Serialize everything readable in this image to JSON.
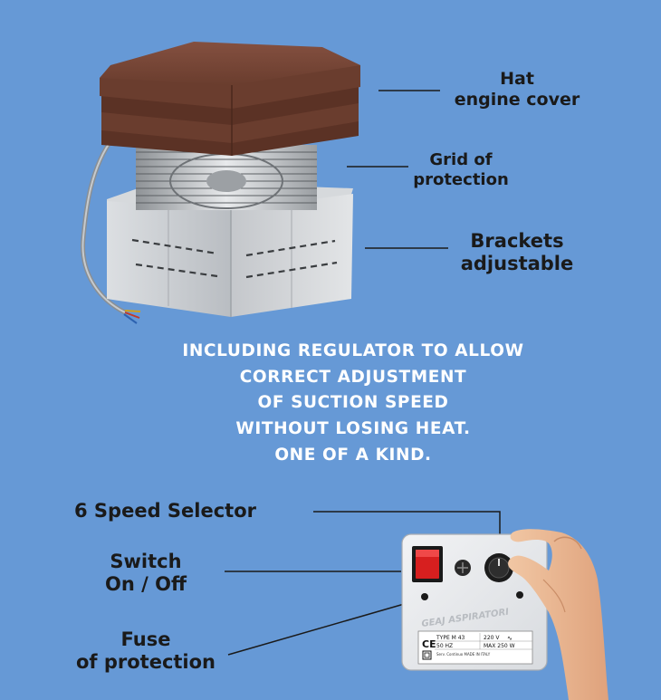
{
  "callouts": {
    "hat": [
      "Hat",
      "engine cover"
    ],
    "grid": [
      "Grid of",
      "protection"
    ],
    "brackets": [
      "Brackets",
      "adjustable"
    ],
    "speed": "6 Speed Selector",
    "switch": [
      "Switch",
      "On / Off"
    ],
    "fuse": [
      "Fuse",
      "of protection"
    ]
  },
  "description": [
    "INCLUDING REGULATOR TO ALLOW",
    "CORRECT ADJUSTMENT",
    "OF SUCTION SPEED",
    "WITHOUT LOSING HEAT.",
    "ONE OF A KIND."
  ],
  "regulator": {
    "brand": "GEAJ ASPIRATORI",
    "type": "TYPE M 43",
    "voltage": "220 V",
    "frequency": "50 HZ",
    "max_power": "MAX 250 W",
    "ce": "CE",
    "origin": "Serv. Continuo MADE IN ITALY"
  },
  "colors": {
    "background": "#6699d6",
    "hat": "#6a3d2e",
    "housing": "#c9ccd0",
    "switch": "#d71f1f"
  }
}
